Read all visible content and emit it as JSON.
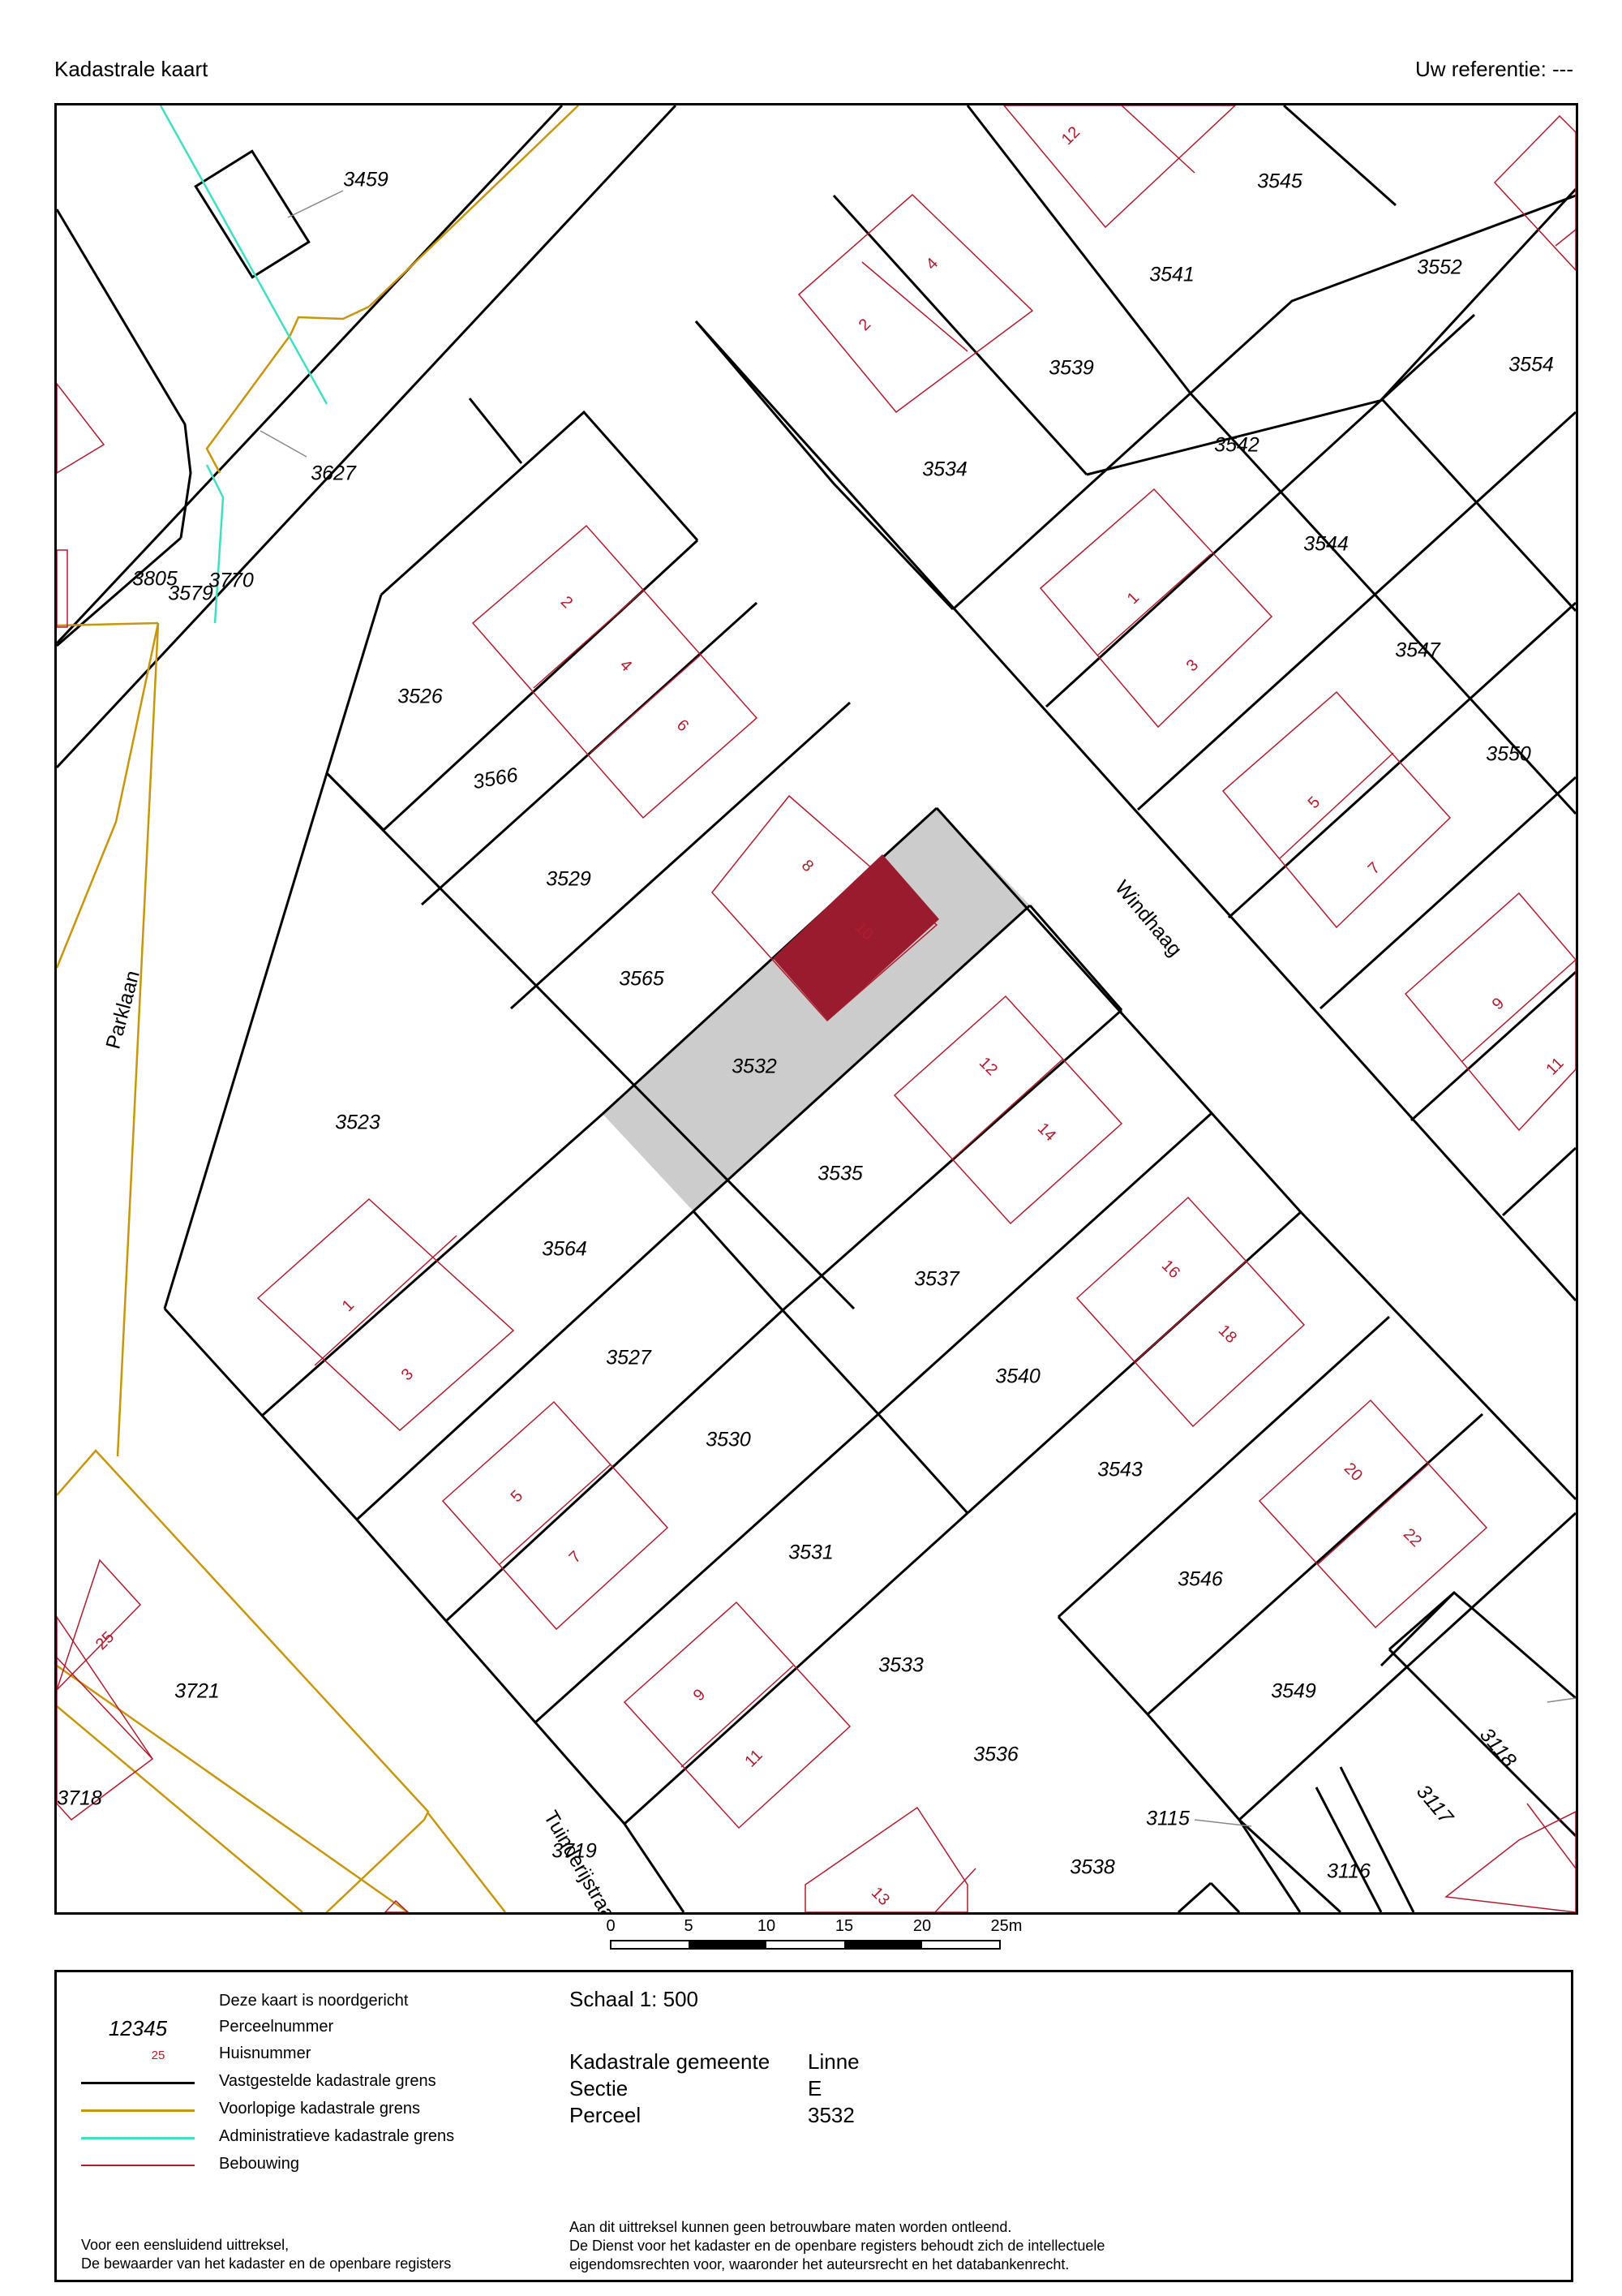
{
  "header": {
    "title": "Kadastrale kaart",
    "reference": "Uw referentie: ---"
  },
  "colors": {
    "fixed_boundary": "#000000",
    "provisional_boundary": "#c8960a",
    "administrative_boundary": "#3fe0c0",
    "building": "#b01c2e",
    "selected_building": "#9a1b2e",
    "selected_parcel": "#cccccc"
  },
  "map": {
    "parcel_numbers": [
      "3459",
      "3627",
      "3805",
      "3579",
      "3770",
      "3526",
      "3566",
      "3529",
      "3565",
      "3532",
      "3523",
      "3564",
      "3527",
      "3530",
      "3531",
      "3533",
      "3536",
      "3538",
      "3115",
      "3116",
      "3117",
      "3118",
      "3535",
      "3537",
      "3540",
      "3543",
      "3546",
      "3549",
      "3534",
      "3539",
      "3541",
      "3545",
      "3552",
      "3554",
      "3542",
      "3544",
      "3547",
      "3550",
      "3721",
      "3718",
      "3719"
    ],
    "house_numbers": [
      "2",
      "4",
      "6",
      "8",
      "10",
      "12",
      "14",
      "16",
      "18",
      "20",
      "22",
      "1",
      "3",
      "5",
      "7",
      "9",
      "11",
      "13",
      "25"
    ],
    "streets": [
      "Windhaag",
      "Parklaan",
      "Tuinderijstraat"
    ]
  },
  "scalebar": {
    "ticks": [
      "0",
      "5",
      "10",
      "15",
      "20",
      "25m"
    ]
  },
  "legend": {
    "north": "Deze kaart is noordgericht",
    "parcel_sample": "12345",
    "parcel_label": "Perceelnummer",
    "house_sample": "25",
    "house_label": "Huisnummer",
    "fixed": "Vastgestelde kadastrale grens",
    "provisional": "Voorlopige kadastrale grens",
    "administrative": "Administratieve kadastrale grens",
    "building": "Bebouwing",
    "signature_line1": "Voor een eensluidend uittreksel,",
    "signature_line2": "De bewaarder van het kadaster en de openbare registers"
  },
  "info": {
    "scale": "Schaal 1: 500",
    "municipality_label": "Kadastrale gemeente",
    "municipality_value": "Linne",
    "section_label": "Sectie",
    "section_value": "E",
    "parcel_label": "Perceel",
    "parcel_value": "3532",
    "disclaimer_line1": "Aan dit uittreksel kunnen geen betrouwbare maten worden ontleend.",
    "disclaimer_line2": "De Dienst voor het kadaster en de openbare registers behoudt zich de intellectuele",
    "disclaimer_line3": "eigendomsrechten voor, waaronder het auteursrecht en het databankenrecht."
  }
}
